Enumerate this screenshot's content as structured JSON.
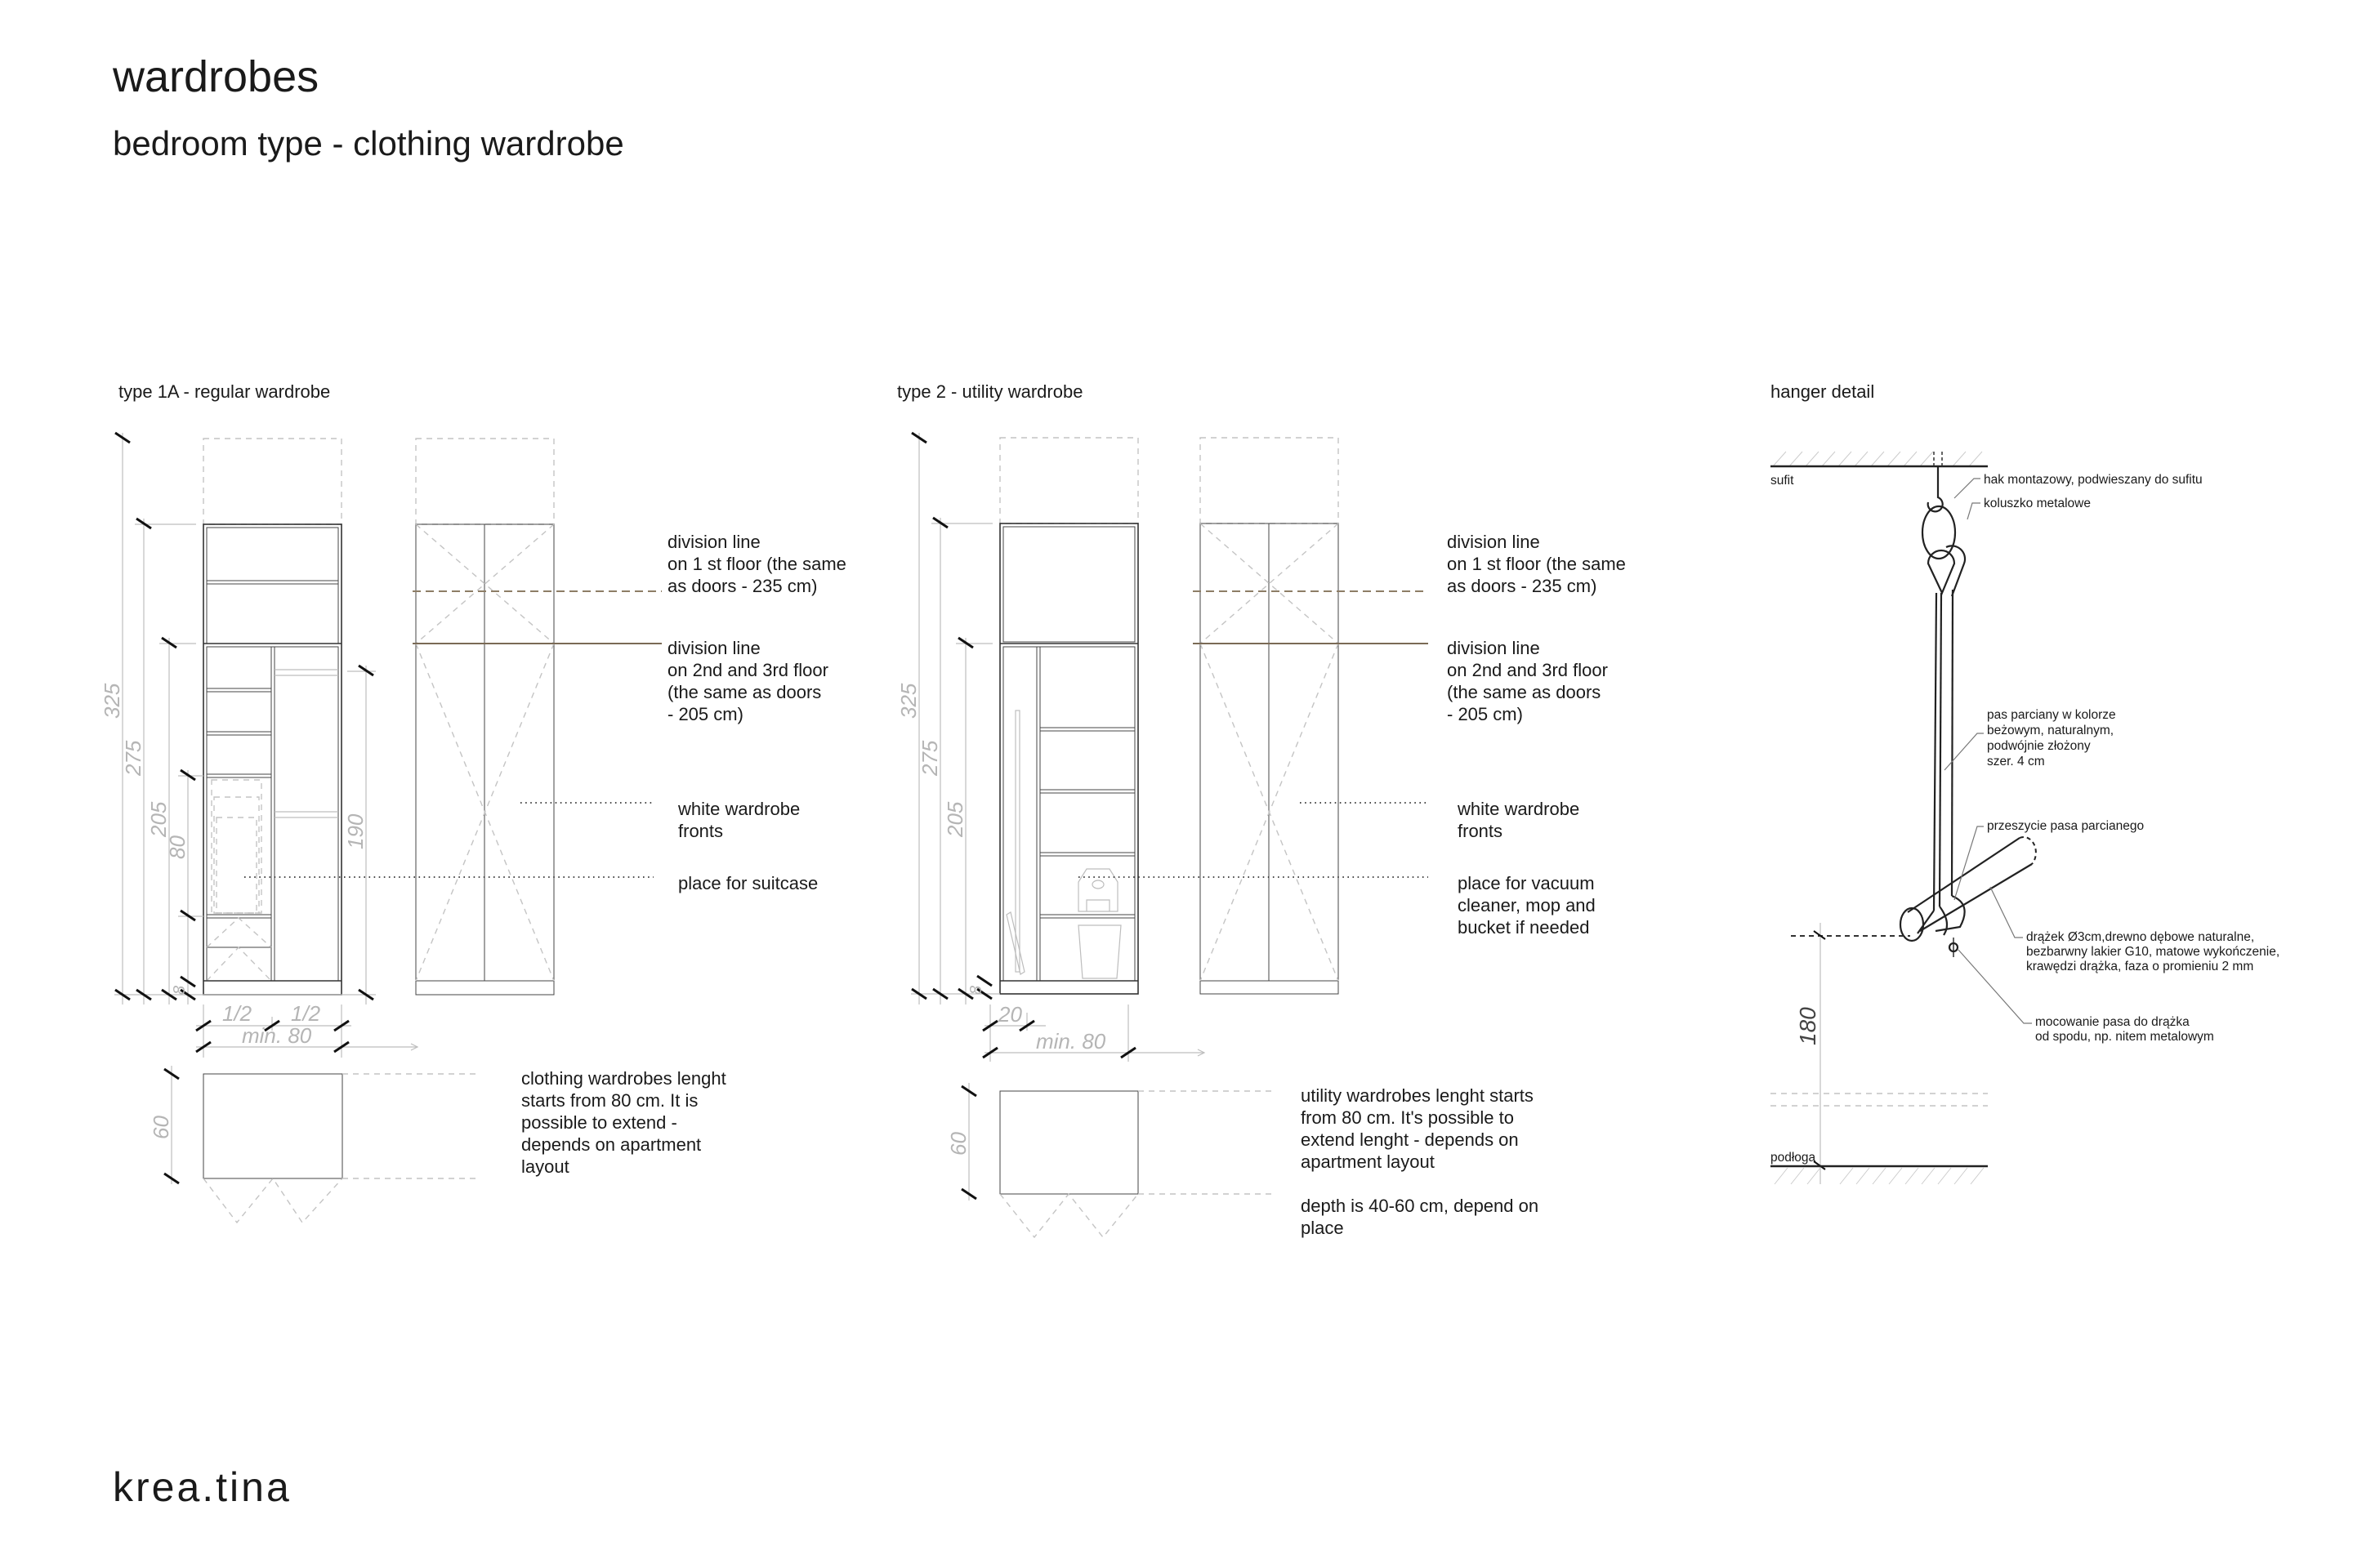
{
  "header": {
    "title": "wardrobes",
    "subtitle": "bedroom type - clothing wardrobe"
  },
  "footer": {
    "brand": "krea.tina"
  },
  "type1": {
    "label": "type 1A - regular wardrobe",
    "dims": {
      "h325": "325",
      "h275": "275",
      "h205": "205",
      "h80": "80",
      "h190": "190",
      "h8": "8",
      "half_left": "1/2",
      "half_right": "1/2",
      "width": "min. 80",
      "depth": "60"
    },
    "notes": {
      "division1": [
        "division line",
        "on 1 st floor (the same",
        "as doors - 235 cm)"
      ],
      "division2": [
        "division line",
        "on 2nd and 3rd floor",
        "(the same as doors",
        "- 205 cm)"
      ],
      "fronts": [
        "white wardrobe",
        "fronts"
      ],
      "place": [
        "place for suitcase"
      ],
      "length": [
        "clothing wardrobes lenght",
        "starts from 80 cm. It is",
        "possible to extend -",
        "depends on apartment",
        "layout"
      ]
    }
  },
  "type2": {
    "label": "type 2 - utility wardrobe",
    "dims": {
      "h325": "325",
      "h275": "275",
      "h205": "205",
      "h8": "8",
      "w20": "20",
      "width": "min. 80",
      "depth": "60"
    },
    "notes": {
      "division1": [
        "division line",
        "on 1 st floor (the same",
        "as doors - 235 cm)"
      ],
      "division2": [
        "division line",
        "on 2nd and 3rd floor",
        "(the same as doors",
        "- 205 cm)"
      ],
      "fronts": [
        "white wardrobe",
        "fronts"
      ],
      "place": [
        "place for vacuum",
        "cleaner, mop and",
        "bucket if needed"
      ],
      "length": [
        "utility wardrobes lenght starts",
        "from 80 cm. It's possible to",
        "extend lenght - depends on",
        "apartment layout"
      ],
      "depth": [
        "depth is 40-60 cm, depend on",
        "place"
      ]
    }
  },
  "hanger": {
    "label": "hanger detail",
    "ceiling": "sufit",
    "floor": "podłoga",
    "height": "180",
    "hook": "hak montazowy, podwieszany do sufitu",
    "ring": "koluszko metalowe",
    "strap": [
      "pas parciany w kolorze",
      "beżowym, naturalnym,",
      "podwójnie złożony",
      "szer. 4 cm"
    ],
    "stitch": "przeszycie pasa parcianego",
    "rod": [
      "drążek Ø3cm,drewno dębowe naturalne,",
      "bezbarwny  lakier G10, matowe wykończenie,",
      "krawędzi drążka, faza o promieniu 2 mm"
    ],
    "fixing": [
      "mocowanie pasa do drążka",
      "od spodu, np. nitem metalowym"
    ]
  }
}
